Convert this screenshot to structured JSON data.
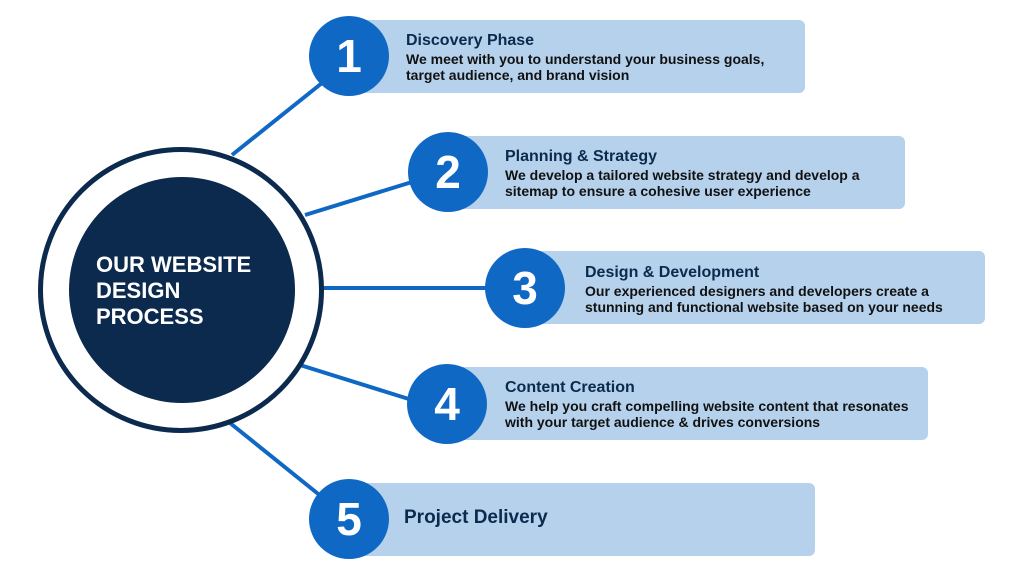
{
  "hub": {
    "title": "OUR WEBSITE DESIGN PROCESS"
  },
  "colors": {
    "navy": "#0b2a4e",
    "blue": "#0f68c3",
    "box": "#b5d1ec"
  },
  "steps": [
    {
      "number": "1",
      "title": "Discovery Phase",
      "description": "We meet with you to understand your business goals, target audience, and brand vision"
    },
    {
      "number": "2",
      "title": "Planning & Strategy",
      "description": "We develop a tailored website strategy and develop a sitemap to ensure a cohesive user experience"
    },
    {
      "number": "3",
      "title": "Design & Development",
      "description": "Our experienced designers and developers create a stunning and functional website based on your needs"
    },
    {
      "number": "4",
      "title": "Content Creation",
      "description": "We help you craft compelling website content that resonates with your target audience & drives conversions"
    },
    {
      "number": "5",
      "title": "Project Delivery"
    }
  ]
}
